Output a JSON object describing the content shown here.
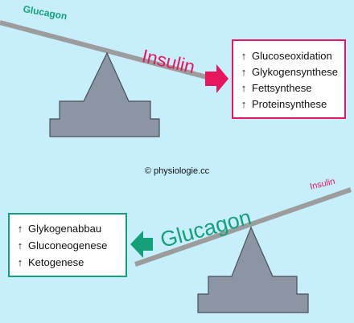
{
  "top": {
    "left_hormone": "Glucagon",
    "right_hormone": "Insulin",
    "effects": [
      {
        "arrow": "↑",
        "text": "Glucoseoxidation"
      },
      {
        "arrow": "↑",
        "text": "Glykogensynthese"
      },
      {
        "arrow": "↑",
        "text": "Fettsynthese"
      },
      {
        "arrow": "↑",
        "text": "Proteinsynthese"
      }
    ]
  },
  "bottom": {
    "left_hormone": "Glucagon",
    "right_hormone": "Insulin",
    "effects": [
      {
        "arrow": "↑",
        "text": "Glykogenabbau"
      },
      {
        "arrow": "↑",
        "text": "Gluconeogenese"
      },
      {
        "arrow": "↑",
        "text": "Ketogenese"
      }
    ]
  },
  "credit": "© physiologie.cc",
  "colors": {
    "background": "#c6eefb",
    "insulin": "#e8175d",
    "glucagon": "#15a07a",
    "scale": "#8b95a3",
    "beam": "#9c9c9c"
  }
}
